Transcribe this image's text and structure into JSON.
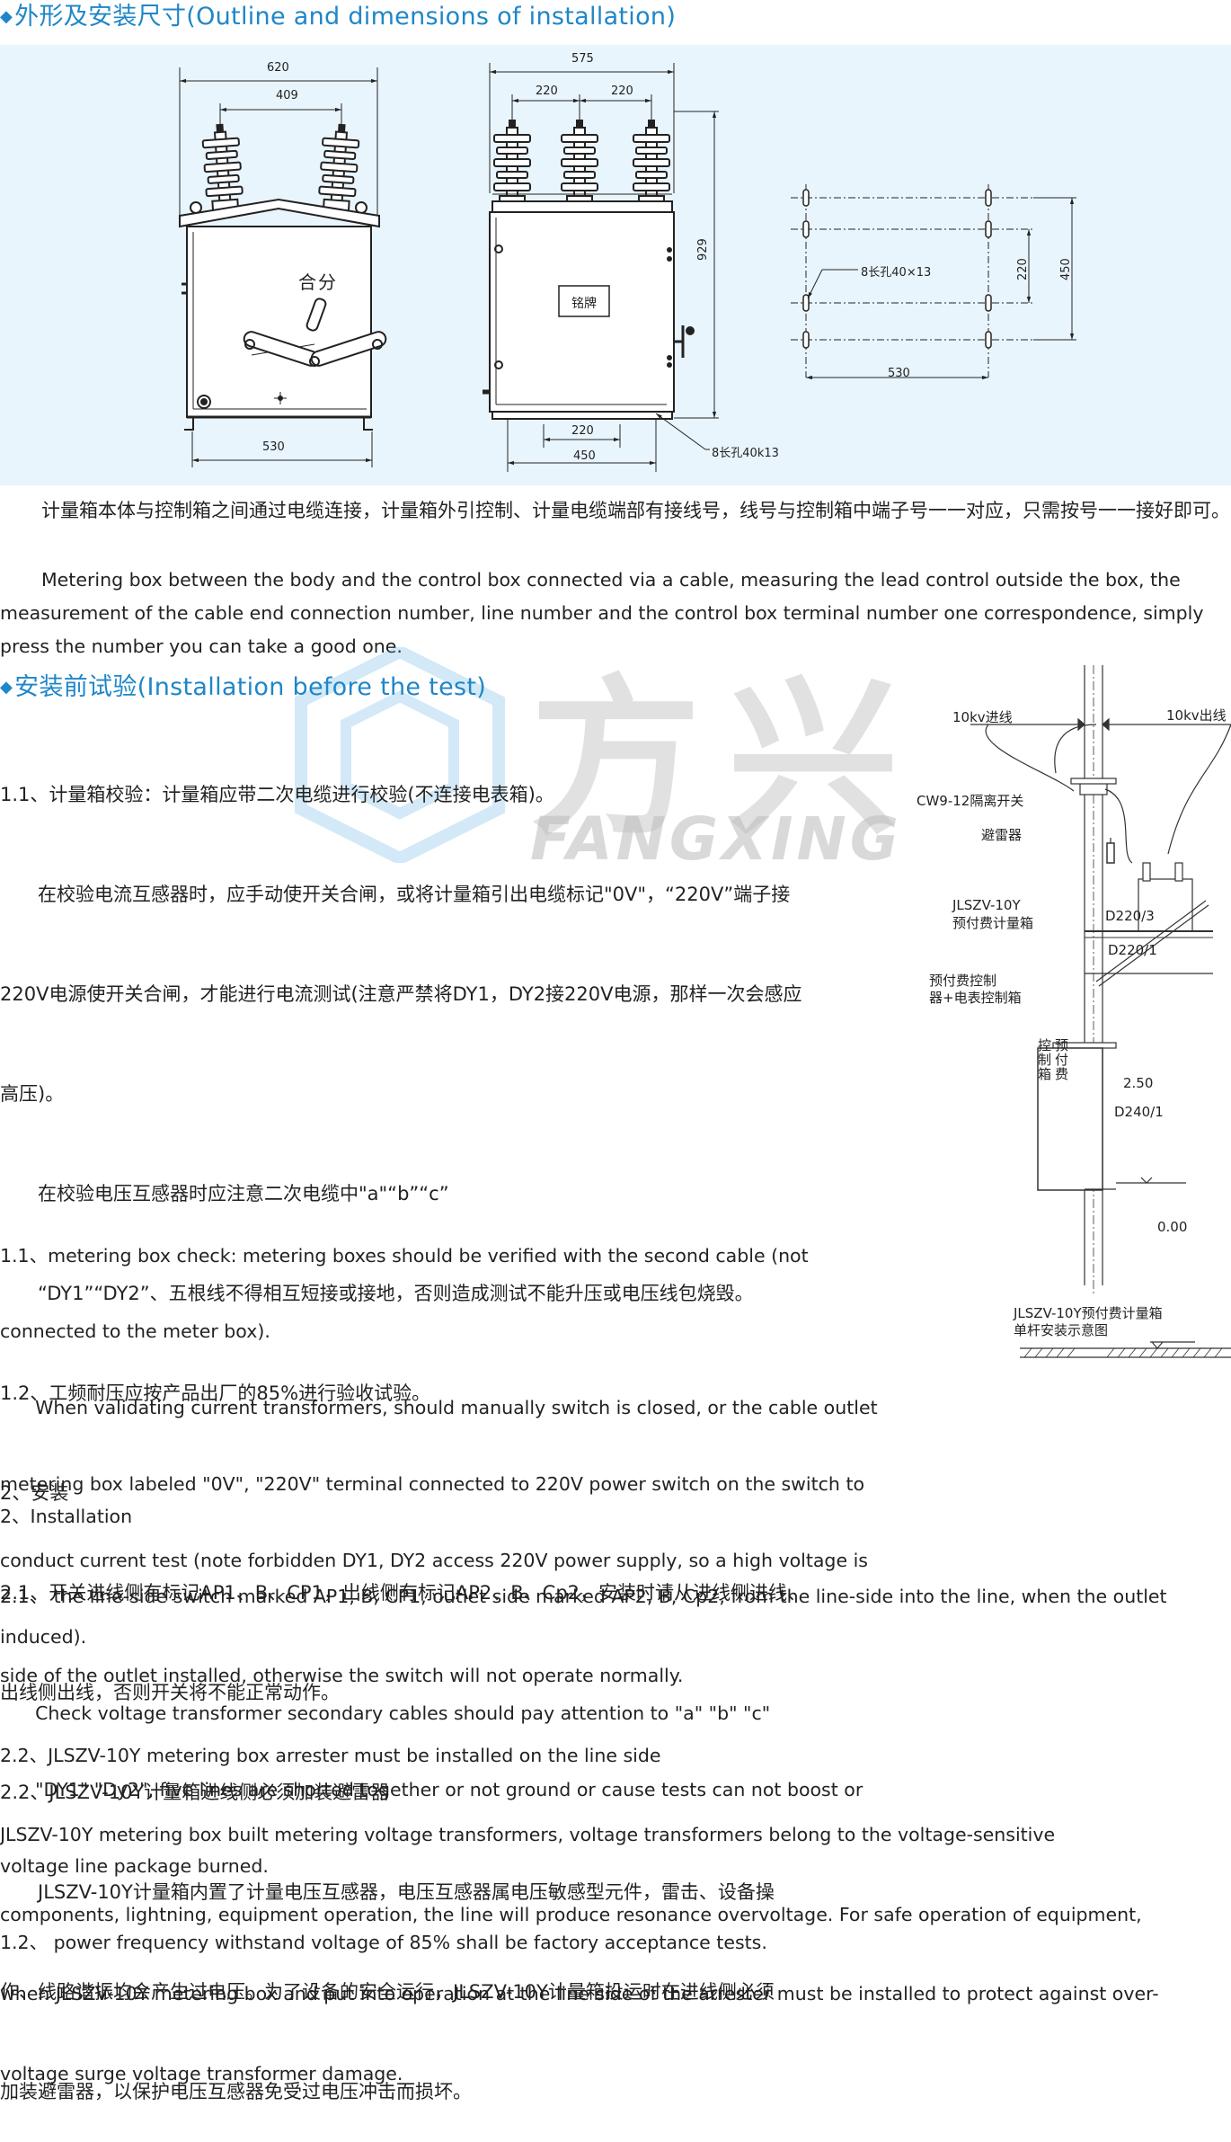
{
  "section1": {
    "heading": "外形及安装尺寸(Outline and dimensions of installation)",
    "dimensions": {
      "d620": "620",
      "d409": "409",
      "d530": "530",
      "d575": "575",
      "d220a": "220",
      "d220b": "220",
      "d929": "929",
      "d220c": "220",
      "d450": "450",
      "slot_label": "8长孔40k13",
      "r_slot": "8长孔40×13",
      "r_220": "220",
      "r_450": "450",
      "r_530": "530"
    },
    "switch_label": "合分",
    "nameplate_label": "铭牌"
  },
  "intro_cn": "计量箱本体与控制箱之间通过电缆连接，计量箱外引控制、计量电缆端部有接线号，线号与控制箱中端子号一一对应，只需按号一一接好即可。",
  "intro_en": "Metering box between the body and the control box connected via a cable, measuring the lead control outside the box, the measurement of the cable end connection number, line number and the control box terminal number one correspondence, simply press the number you can take a good one.",
  "section2": {
    "heading": "安装前试验(Installation before the test)"
  },
  "cn_lines": [
    "1.1、计量箱校验：计量箱应带二次电缆进行校验(不连接电表箱)。",
    "　　在校验电流互感器时，应手动使开关合闸，或将计量箱引出电缆标记\"0V\"，“220V”端子接",
    "220V电源使开关合闸，才能进行电流测试(注意严禁将DY1，DY2接220V电源，那样一次会感应",
    "高压)。",
    "　　在校验电压互感器时应注意二次电缆中\"a\"“b”“c”",
    "　　“DY1”“DY2”、五根线不得相互短接或接地，否则造成测试不能升压或电压线包烧毁。",
    "1.2、工频耐压应按产品出厂的85%进行验收试验。",
    "2、安装",
    "2.1、开关进线侧有标记AP1、B、CP1，出线侧有标记AP2、B、Cp2，安装时请从进线侧进线、",
    "出线侧出线，否则开关将不能正常动作。",
    "2.2、JLSZV-10Y计量箱进线侧必须加装避雷器",
    "　　JLSZV-10Y计量箱内置了计量电压互感器，电压互感器属电压敏感型元件，雷击、设备操",
    "作、线路谐振均会产生过电压。为了设备的安全运行，JLSZV-10Y计量箱投运时在进线侧必须",
    "加装避雷器，以保护电压互感器免受过电压冲击而损坏。"
  ],
  "en_block1": [
    "1.1、metering box check: metering boxes should be verified with the second cable (not",
    "connected to the meter box).",
    "      When validating current transformers, should manually switch is closed, or the cable outlet",
    "metering box labeled \"0V\", \"220V\" terminal connected to 220V power switch on the switch to",
    "conduct current test (note forbidden DY1, DY2 access 220V power supply, so a high voltage is",
    "induced).",
    "      Check voltage transformer secondary cables should pay attention to \"a\" \"b\" \"c\"",
    "      \"DY1\" \"Dy2\", five lines are shorted together or not ground or cause tests can not boost or",
    "voltage line package burned.",
    "1.2、 power frequency withstand voltage of 85% shall be factory acceptance tests."
  ],
  "en_block2": [
    "2、Installation",
    "2.1、 the line-side switch marked AP1, B, CP1, outlet side marked AP2, B, Cp2, from the line-side into the line, when the outlet",
    "side of the outlet installed, otherwise the switch will not operate normally.",
    "2.2、JLSZV-10Y metering box arrester must be installed on the line side",
    "JLSZV-10Y metering box built metering voltage transformers, voltage transformers belong to the voltage-sensitive",
    "components, lightning, equipment operation, the line will produce resonance overvoltage. For safe operation of equipment,",
    "when JLSZV-10Y metering box and put into operation at the line side of the arrester must be installed to protect against over-",
    "voltage surge voltage transformer damage."
  ],
  "pole_diagram": {
    "in_line": "10kv进线",
    "out_line": "10kv出线",
    "switch": "CW9-12隔离开关",
    "arrester": "避雷器",
    "box_line1": "JLSZV-10Y",
    "box_line2": "预付费计量箱",
    "d220_3": "D220/3",
    "d220_1": "D220/1",
    "ctrl_line1": "预付费控制",
    "ctrl_line2": "器+电表控制箱",
    "ctrl_box_c1": "控制箱",
    "ctrl_box_c2": "预付费",
    "h250": "2.50",
    "d240_1": "D240/1",
    "h000": "0.00",
    "caption1": "JLSZV-10Y预付费计量箱",
    "caption2": "单杆安装示意图"
  },
  "watermark": {
    "cn": "方兴",
    "en": "FANGXING"
  }
}
